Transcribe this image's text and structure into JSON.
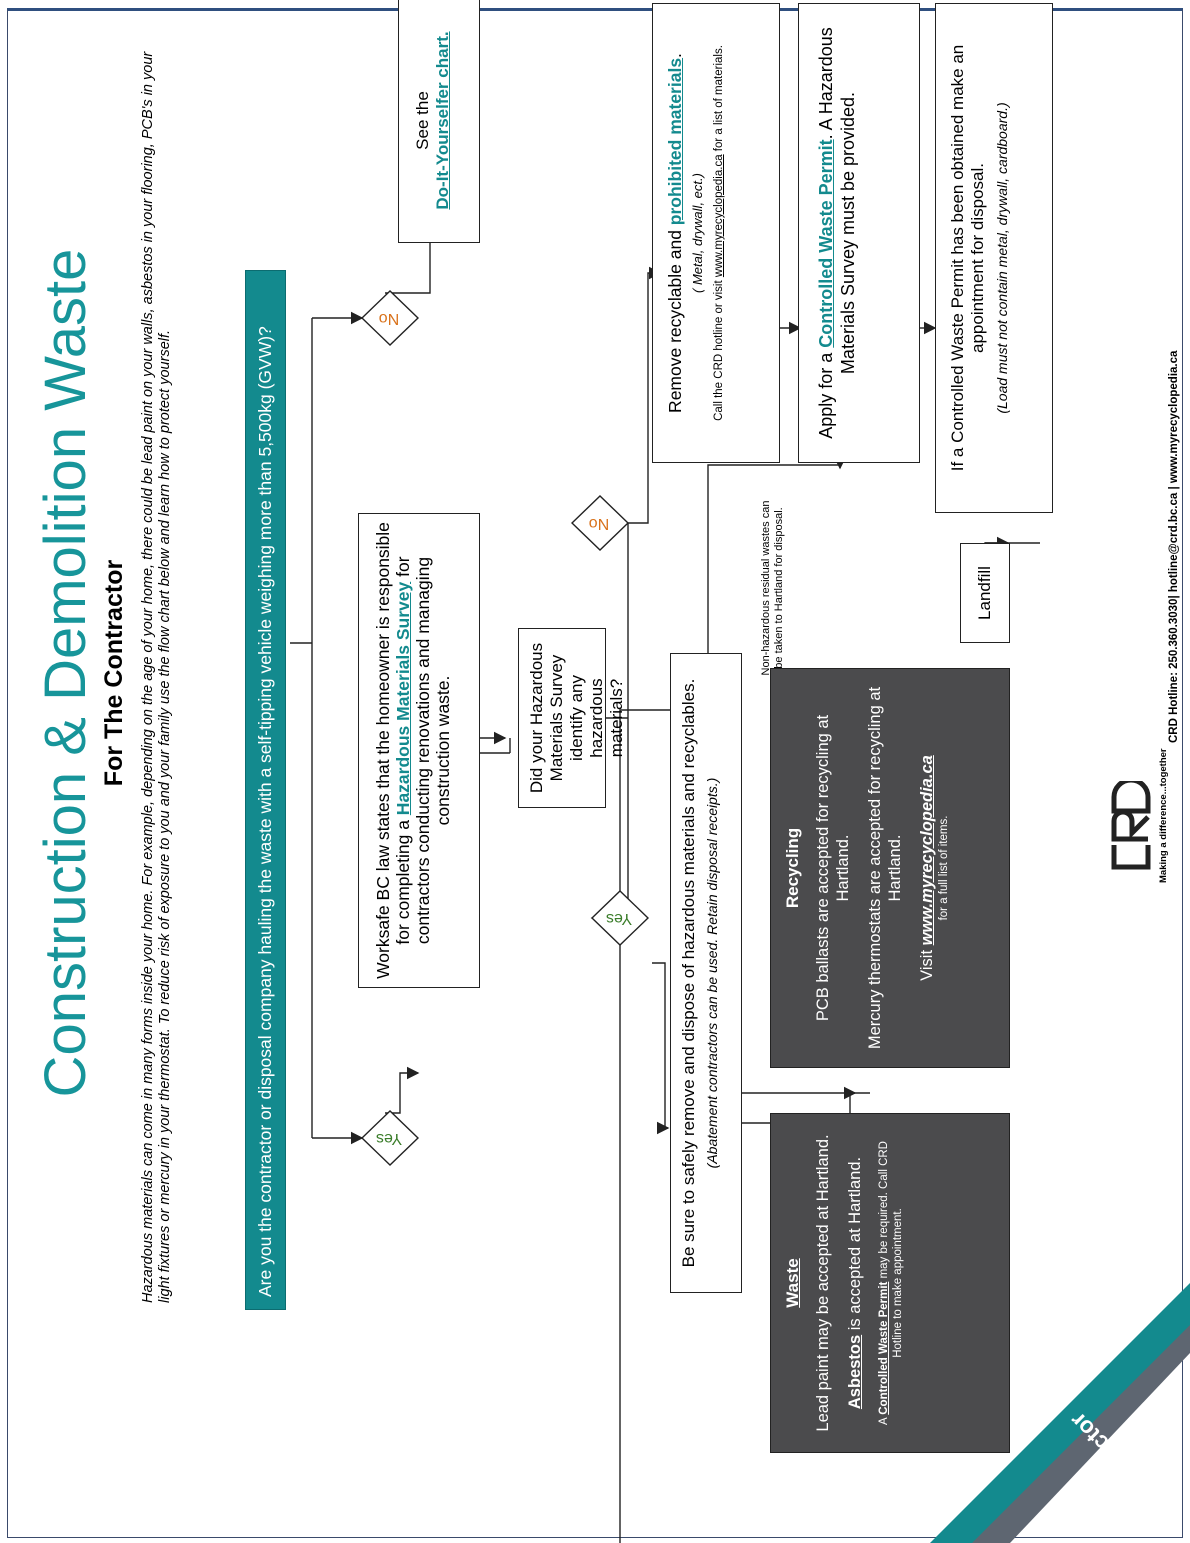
{
  "corner_label": "Contractor",
  "title": "Construction & Demolition Waste",
  "subtitle": "For The Contractor",
  "intro_line1": "Hazardous materials can come in many forms inside your home. For example, depending on the age of your home, there could be lead paint on your walls, asbestos in your flooring, PCB's in your",
  "intro_line2": "light fixtures or mercury in your thermostat. To reduce risk of exposure to you and your family use the flow chart below and learn how to protect yourself.",
  "question_main": "Are you the contractor or disposal company hauling the waste with a self-tipping vehicle weighing more than 5,500kg (GVW)?",
  "yes_label": "Yes",
  "no_label": "No",
  "diy_box": {
    "line1": "See the",
    "link": "Do-It-Yourselfer chart."
  },
  "worksafe_box": {
    "before": "Worksafe BC law states that the homeowner is responsible for completing a ",
    "link": "Hazardous Materials Survey",
    "after": " for contractors conducting renovations and managing construction waste."
  },
  "survey_question": "Did your Hazardous Materials Survey identify any hazardous materials?",
  "remove_box": {
    "before": "Remove recyclable and ",
    "link": "prohibited materials",
    "after": ".",
    "italic": "( Metal, drywall, ect.)",
    "small_before": "Call the CRD hotline or visit ",
    "small_link": "www.myrecyclopedia.ca",
    "small_after": "  for a list of materials."
  },
  "apply_box": {
    "before": "Apply for a ",
    "link": "Controlled Waste Permit",
    "after": ". A Hazardous Materials Survey must be provided."
  },
  "permit_box": {
    "main": "If a Controlled Waste Permit has been obtained make an appointment for disposal.",
    "italic": "(Load must not contain metal, drywall, cardboard.)"
  },
  "landfill_label": "Landfill",
  "nonhaz_note": {
    "line1": "Non-hazardous residual wastes can",
    "line2": "be taken to Hartland for disposal."
  },
  "safe_box": {
    "main": "Be sure to safely remove and dispose of hazardous materials and recyclables.",
    "italic": "(Abatement contractors can be used. Retain disposal receipts.)"
  },
  "waste_box": {
    "heading": "Waste",
    "p1": "Lead paint may be accepted at Hartland.",
    "p2_bold": "Asbestos",
    "p2_rest": " is accepted at Hartland.",
    "p3_before": "A ",
    "p3_link": "Controlled Waste Permit",
    "p3_after": " may be required. Call CRD Hotline to make appointment."
  },
  "recycling_box": {
    "heading": "Recycling",
    "p1": "PCB ballasts are accepted for recycling at Hartland.",
    "p2": "Mercury thermostats are accepted for recycling at Hartland.",
    "p3_before": "Visit ",
    "p3_link": "www.myrecyclopedia.ca",
    "p3_after": "for a full list of items."
  },
  "footer": "CRD Hotline: 250.360.3030| hotline@crd.bc.ca | www.myrecyclopedia.ca",
  "tagline": "Making a difference...together",
  "colors": {
    "teal": "#138a8e",
    "title_teal": "#17959a",
    "dark_box": "#4b4b4d",
    "yes_green": "#3a7d2a",
    "no_orange": "#d9721b",
    "page_border": "#2f4f7f"
  }
}
